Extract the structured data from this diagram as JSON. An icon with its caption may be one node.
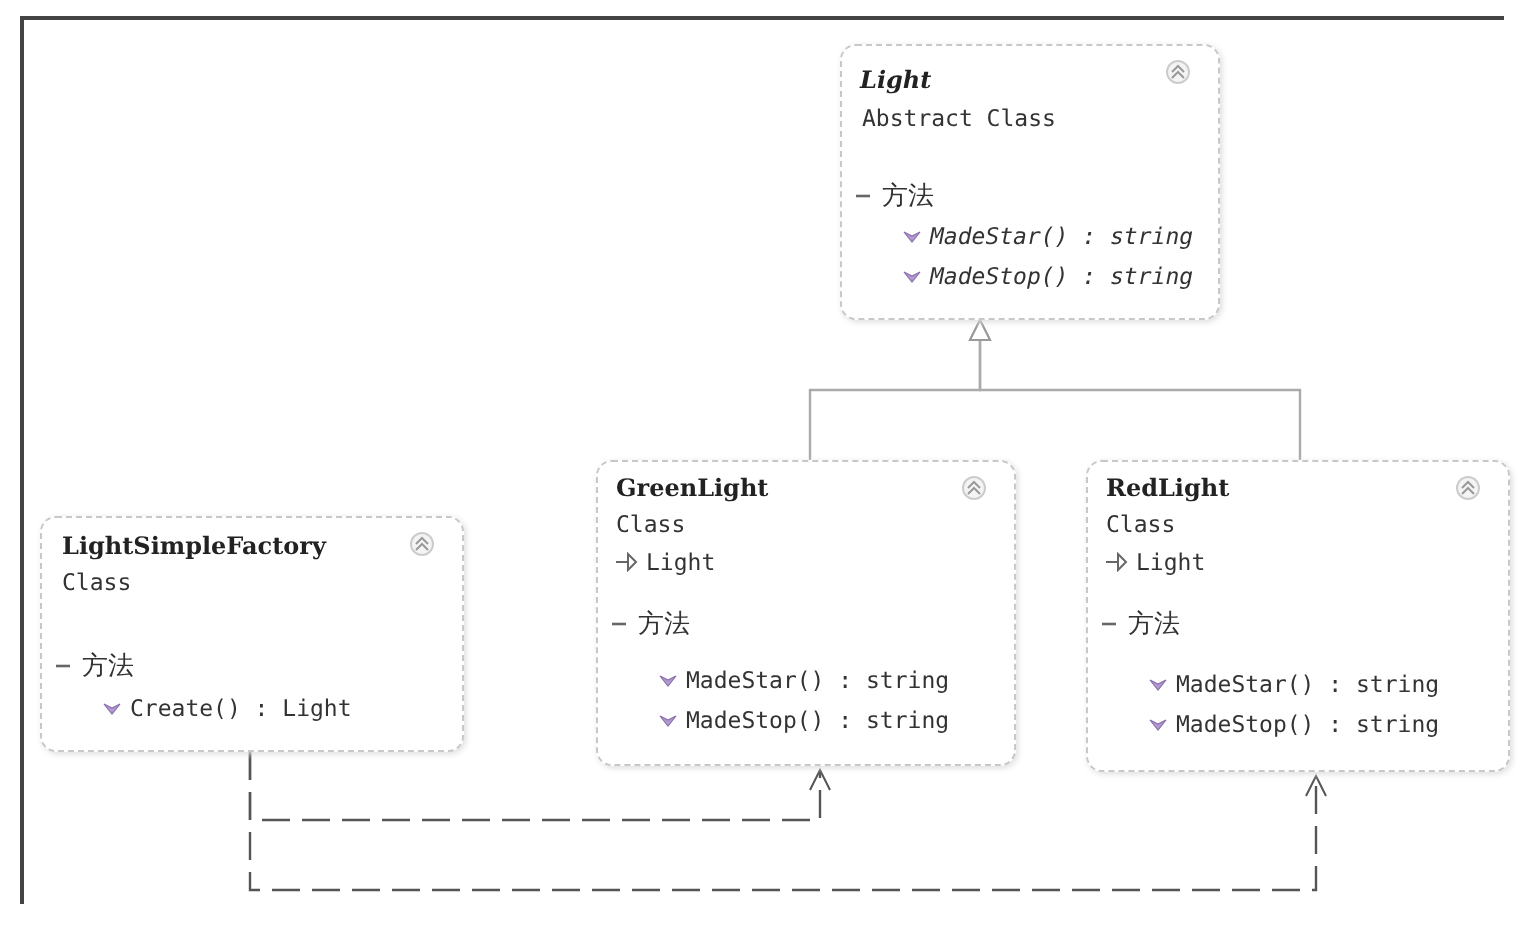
{
  "diagram": {
    "nodes": [
      {
        "text": [
          "Light",
          "Abstract Class",
          "方法",
          "MadeStar() : string",
          "MadeStop() : string"
        ]
      },
      {
        "text": [
          "LightSimpleFactory",
          "Class",
          "方法",
          "Create() : Light"
        ]
      },
      {
        "text": [
          "GreenLight",
          "Class",
          "Light",
          "方法",
          "MadeStar() : string",
          "MadeStop() : string"
        ]
      },
      {
        "text": [
          "RedLight",
          "Class",
          "Light",
          "方法",
          "MadeStar() : string",
          "MadeStop() : string"
        ]
      }
    ],
    "edges": [
      {
        "from": 2,
        "to": 0,
        "arrow": "to"
      },
      {
        "from": 3,
        "to": 0,
        "arrow": "to"
      },
      {
        "from": 1,
        "to": 2,
        "arrow": "to",
        "style": "dashed"
      },
      {
        "from": 1,
        "to": 3,
        "arrow": "to",
        "style": "dashed"
      }
    ]
  }
}
